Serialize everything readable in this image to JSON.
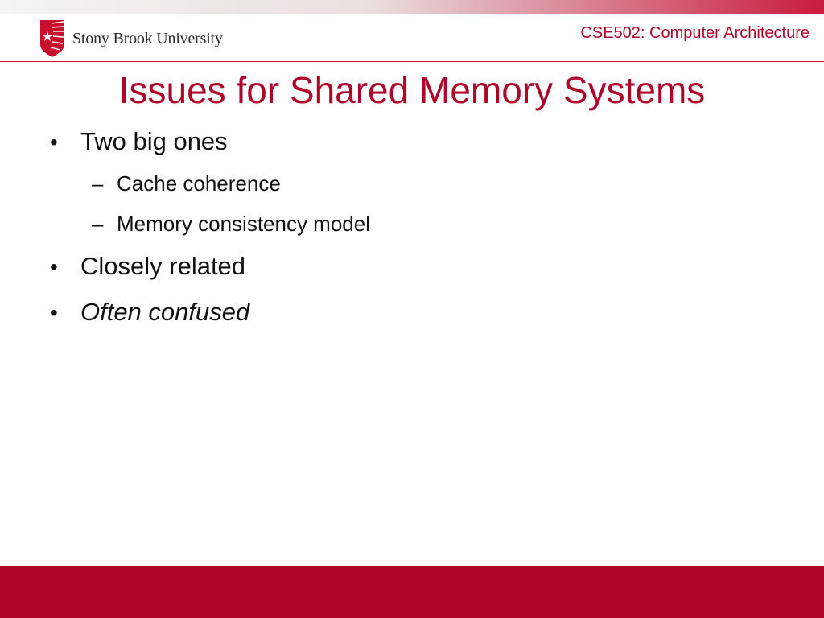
{
  "header": {
    "logo_text": "Stony Brook University",
    "course": "CSE502: Computer Architecture"
  },
  "slide": {
    "title": "Issues for Shared Memory Systems",
    "bullets": [
      {
        "text": "Two big ones",
        "marker": "•",
        "sub": [
          {
            "text": "Cache coherence",
            "marker": "–"
          },
          {
            "text": "Memory consistency model",
            "marker": "–"
          }
        ]
      },
      {
        "text": "Closely related",
        "marker": "•"
      },
      {
        "text": "Often confused",
        "marker": "•",
        "style": "italic"
      }
    ]
  },
  "colors": {
    "brand_red": "#b0052b",
    "footer_red": "#b00526",
    "text": "#111111"
  },
  "icons": {
    "logo": "stony-brook-shield-icon"
  }
}
